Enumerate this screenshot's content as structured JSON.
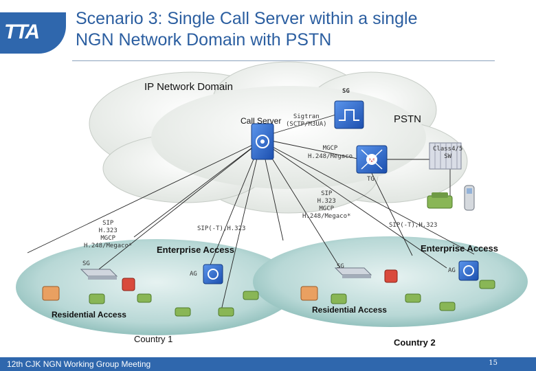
{
  "header": {
    "logo_text": "TTA",
    "title_line1": "Scenario 3: Single Call Server within a single",
    "title_line2": "NGN Network Domain with PSTN"
  },
  "diagram": {
    "ip_domain_label": "IP Network Domain",
    "call_server_label": "Call Server",
    "sigtran_label": "Sigtran\n(SCTP/M3UA)",
    "sg_top_label": "SG",
    "pstn_label": "PSTN",
    "mgcp_label": "MGCP\nH.248/Megaco",
    "class_sw_label": "Class4/5\nSW",
    "tg_label": "TG",
    "left_protocols_label": "SIP\nH.323\nMGCP\nH.248/Megaco*",
    "left_sip_label": "SIP(-T),H.323",
    "center_protocols_label": "SIP\nH.323\nMGCP\nH.248/Megaco*",
    "right_sip_label": "SIP(-T),H.323",
    "enterprise_access_left": "Enterprise Access",
    "enterprise_access_right": "Enterprise Access",
    "sg_left_label": "SG",
    "ag_left_label": "AG",
    "sg_right_label": "SG",
    "ag_right_label": "AG",
    "residential_access_left": "Residential Access",
    "residential_access_right": "Residential Access",
    "country1_label": "Country 1",
    "country2_label": "Country 2"
  },
  "footer": {
    "meeting_text": "12th CJK NGN Working Group Meeting",
    "page_number": "15"
  },
  "colors": {
    "brand_blue": "#2f67ad",
    "title_blue": "#2b5ea0",
    "device_blue": "#2f6ed6",
    "cloud_white": "#f3f5f3",
    "region_teal": "#8fc0bd"
  }
}
